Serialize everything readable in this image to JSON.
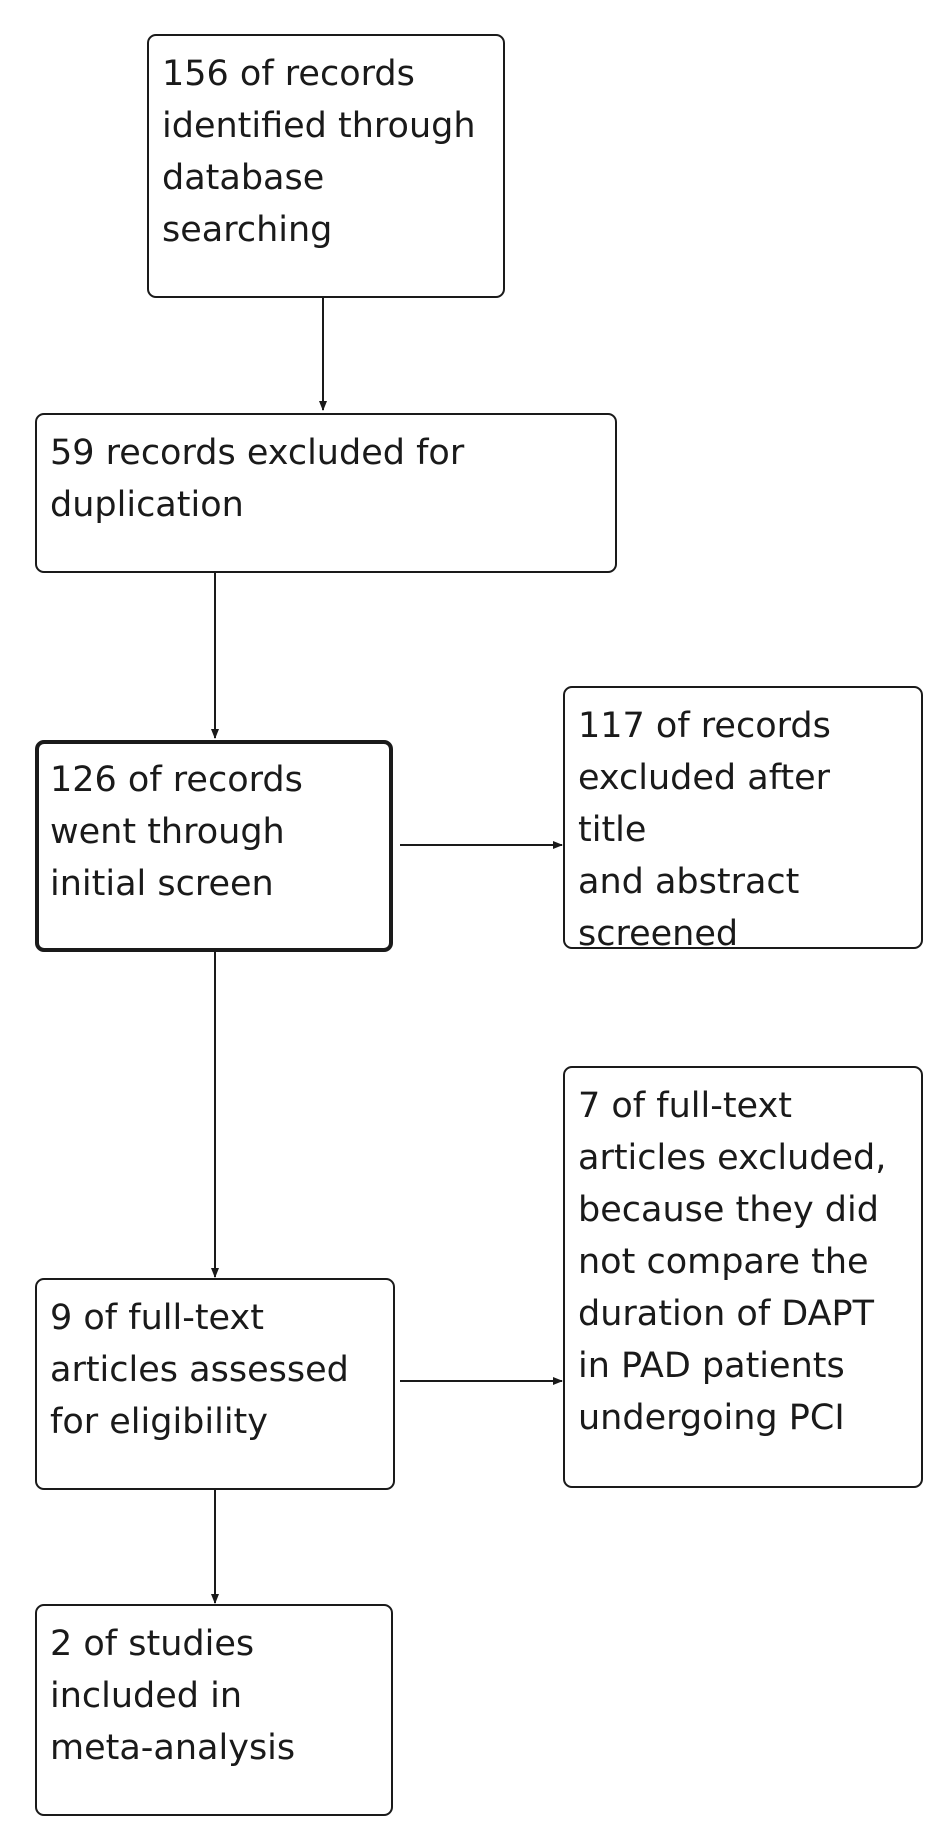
{
  "flowchart": {
    "nodes": [
      {
        "id": "identified",
        "text": "156 of records\nidentified through\ndatabase\nsearching"
      },
      {
        "id": "duplicates",
        "text": "59 records excluded for\nduplication"
      },
      {
        "id": "screened",
        "text": "126 of records\nwent through\ninitial screen"
      },
      {
        "id": "excluded_title",
        "text": "117 of records\nexcluded after title\nand abstract\nscreened"
      },
      {
        "id": "eligibility",
        "text": "9 of full-text\narticles assessed\nfor eligibility"
      },
      {
        "id": "excluded_fulltext",
        "text": "7 of full-text\narticles excluded,\nbecause they did\nnot compare the\nduration of DAPT\nin PAD patients\nundergoing PCI"
      },
      {
        "id": "included",
        "text": "2 of studies\nincluded in\nmeta-analysis"
      }
    ],
    "edges": [
      {
        "from": "identified",
        "to": "duplicates"
      },
      {
        "from": "duplicates",
        "to": "screened"
      },
      {
        "from": "screened",
        "to": "excluded_title"
      },
      {
        "from": "screened",
        "to": "eligibility"
      },
      {
        "from": "eligibility",
        "to": "excluded_fulltext"
      },
      {
        "from": "eligibility",
        "to": "included"
      }
    ]
  }
}
